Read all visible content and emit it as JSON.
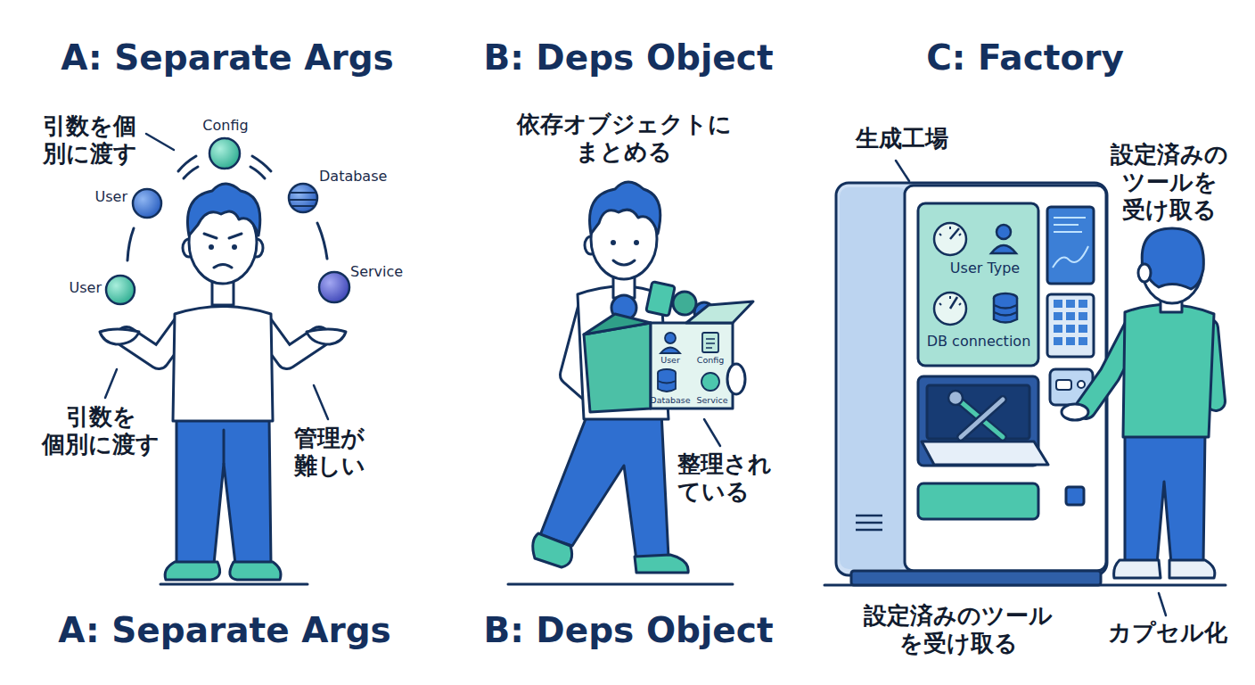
{
  "diagram": {
    "nodes": [
      {
        "text": [
          "User",
          "Config",
          "Database",
          "Service"
        ]
      },
      {
        "text": [
          "User Type",
          "DB connection"
        ]
      }
    ],
    "labels": [
      "A: Separate Args",
      "B: Deps Object",
      "C: Factory",
      "引数を個 別に渡す",
      "Config",
      "User",
      "Database",
      "User",
      "Service",
      "引数を 個別に渡す",
      "管理が 難しい",
      "依存オブジェクトに まとめる",
      "整理され ている",
      "生成工場",
      "設定済みの ツールを 受け取る",
      "設定済みのツール を受け取る",
      "カプセル化",
      "A: Separate Args",
      "B: Deps Object"
    ]
  }
}
